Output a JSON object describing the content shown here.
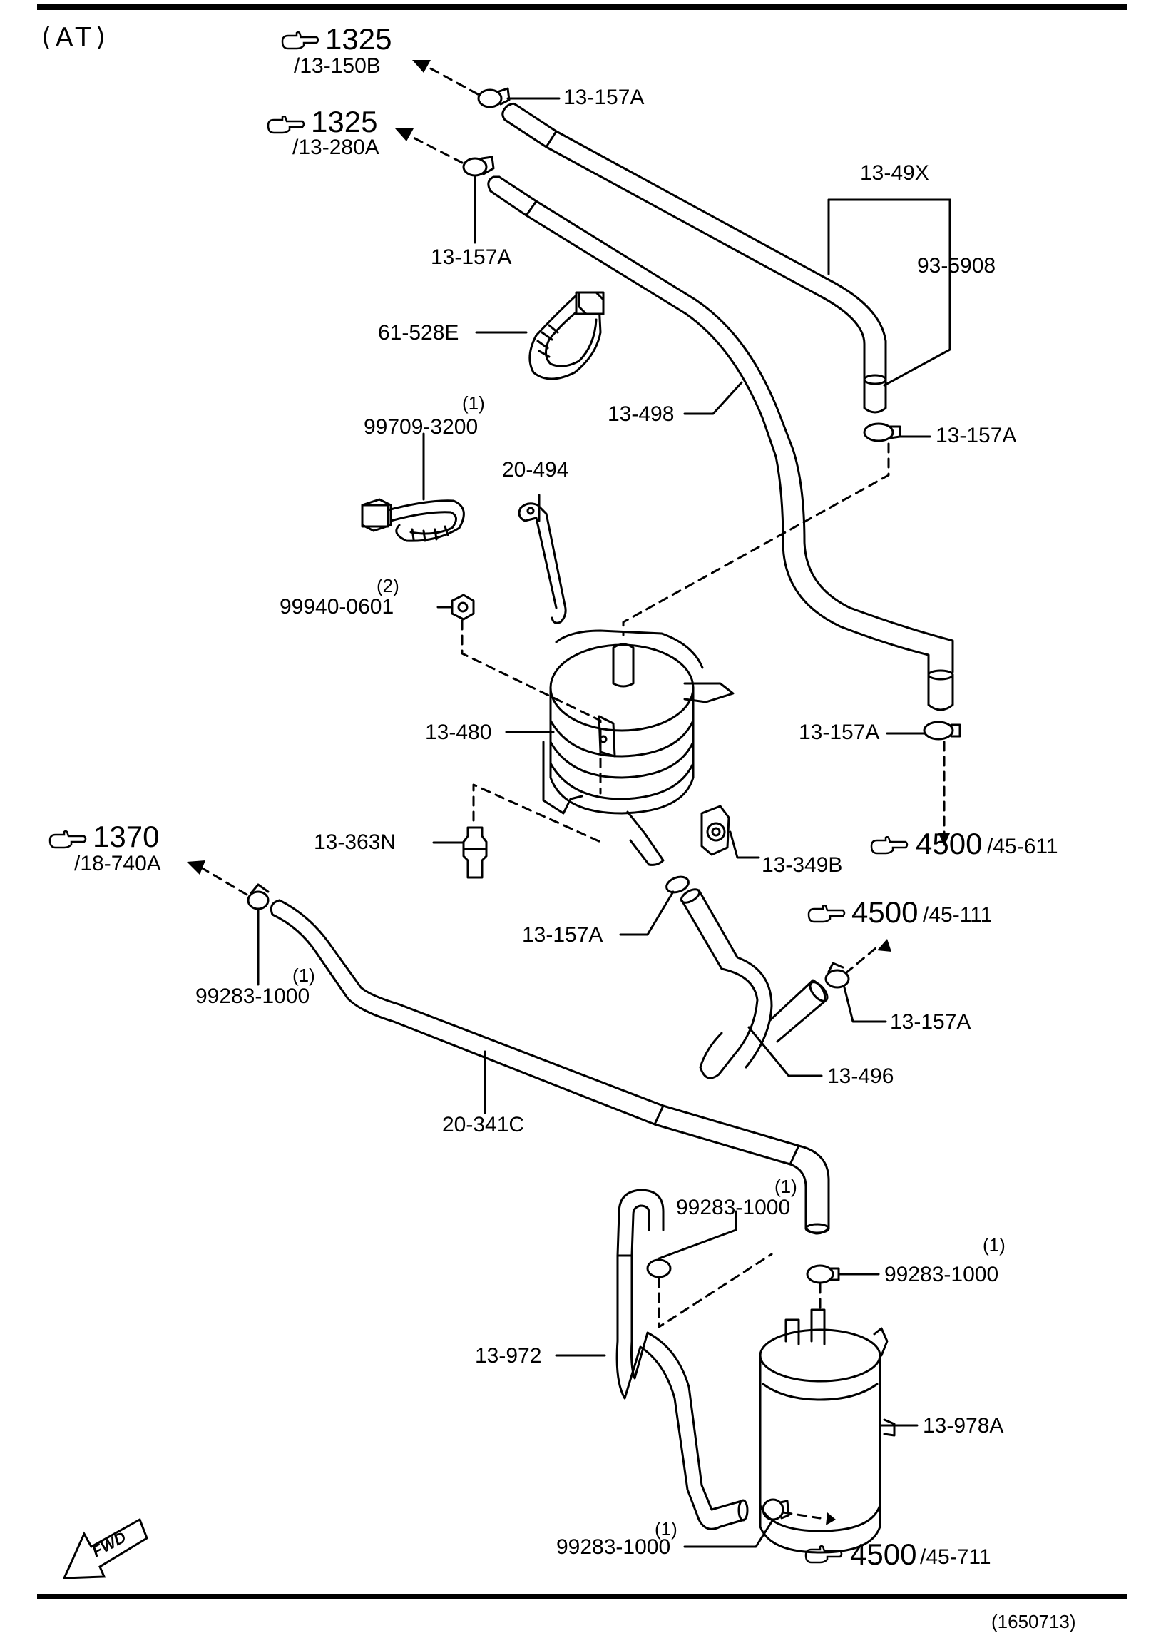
{
  "header": {
    "variant": "(AT)"
  },
  "refs": {
    "top1": {
      "page": "1325",
      "sub": "/13-150B"
    },
    "top2": {
      "page": "1325",
      "sub": "/13-280A"
    },
    "left": {
      "page": "1370",
      "sub": "/18-740A"
    },
    "right1": {
      "page": "4500",
      "sub": "/45-611"
    },
    "right2": {
      "page": "4500",
      "sub": "/45-111"
    },
    "bottom": {
      "page": "4500",
      "sub": "/45-711"
    }
  },
  "parts": {
    "p13_157A_a": "13-157A",
    "p13_157A_b": "13-157A",
    "p13_157A_c": "13-157A",
    "p13_157A_d": "13-157A",
    "p13_157A_e": "13-157A",
    "p13_157A_f": "13-157A",
    "p13_49X": "13-49X",
    "p93_5908": "93-5908",
    "p61_528E": "61-528E",
    "p13_498": "13-498",
    "p99709_3200": "99709-3200",
    "q99709": "(1)",
    "p20_494": "20-494",
    "p99940_0601": "99940-0601",
    "q99940": "(2)",
    "p13_480": "13-480",
    "p13_363N": "13-363N",
    "p13_349B": "13-349B",
    "p99283_a": "99283-1000",
    "q99283_a": "(1)",
    "p13_496": "13-496",
    "p20_341C": "20-341C",
    "p99283_b": "99283-1000",
    "q99283_b": "(1)",
    "p99283_c": "99283-1000",
    "q99283_c": "(1)",
    "p13_972": "13-972",
    "p13_978A": "13-978A",
    "p99283_d": "99283-1000",
    "q99283_d": "(1)"
  },
  "badge": {
    "fwd": "FWD"
  },
  "footer": {
    "code": "(1650713)"
  }
}
